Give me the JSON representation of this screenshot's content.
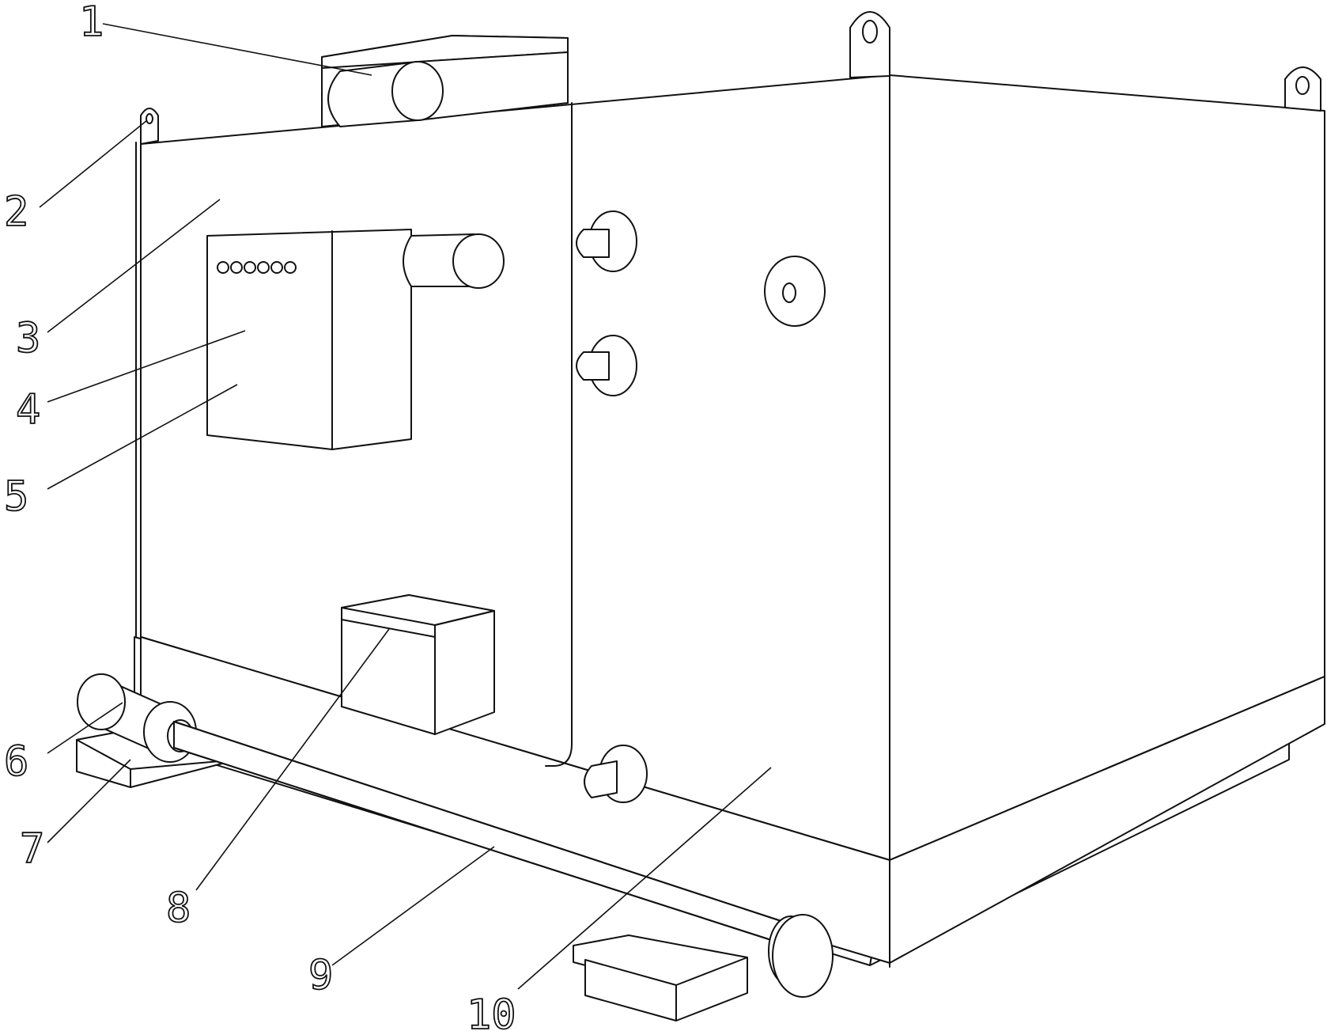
{
  "figure": {
    "callouts": [
      {
        "id": "1",
        "label": "1"
      },
      {
        "id": "2",
        "label": "2"
      },
      {
        "id": "3",
        "label": "3"
      },
      {
        "id": "4",
        "label": "4"
      },
      {
        "id": "5",
        "label": "5"
      },
      {
        "id": "6",
        "label": "6"
      },
      {
        "id": "7",
        "label": "7"
      },
      {
        "id": "8",
        "label": "8"
      },
      {
        "id": "9",
        "label": "9"
      },
      {
        "id": "10",
        "label": "10"
      }
    ],
    "colors": {
      "line": "#111111",
      "background": "#ffffff"
    }
  }
}
